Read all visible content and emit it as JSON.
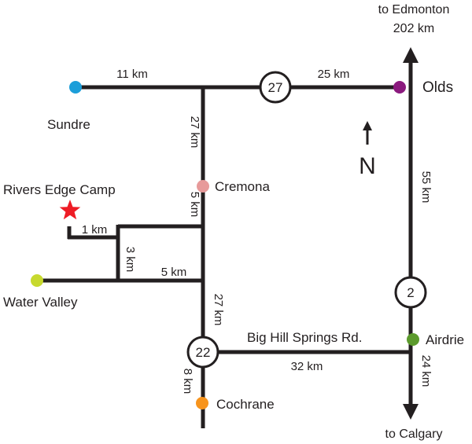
{
  "colors": {
    "road": "#231f20",
    "sundre": "#1c9ed9",
    "olds": "#8b1a7e",
    "cremona": "#e79a9a",
    "water_valley": "#c7d92e",
    "airdrie": "#5c9a2d",
    "cochrane": "#f7941d",
    "camp_star": "#ee1c25"
  },
  "places": {
    "sundre": "Sundre",
    "olds": "Olds",
    "cremona": "Cremona",
    "water_valley": "Water Valley",
    "airdrie": "Airdrie",
    "cochrane": "Cochrane",
    "camp": "Rivers Edge Camp"
  },
  "directions": {
    "edmonton_line1": "to Edmonton",
    "edmonton_line2": "202 km",
    "calgary": "to Calgary",
    "north": "N"
  },
  "highways": {
    "hwy27": "27",
    "hwy2": "2",
    "hwy22": "22"
  },
  "roads": {
    "big_hill": "Big Hill Springs Rd."
  },
  "distances": {
    "sundre_junction": "11 km",
    "junction_hwy27_olds": "25 km",
    "junction_cremona": "27 km",
    "cremona_camp_road": "5 km",
    "camp_spur": "1 km",
    "camp_connector": "3 km",
    "water_valley_road": "5 km",
    "water_valley_hwy22": "27 km",
    "hwy22_cochrane": "8 km",
    "big_hill_length": "32 km",
    "olds_airdrie": "55 km",
    "airdrie_calgary": "24 km"
  }
}
